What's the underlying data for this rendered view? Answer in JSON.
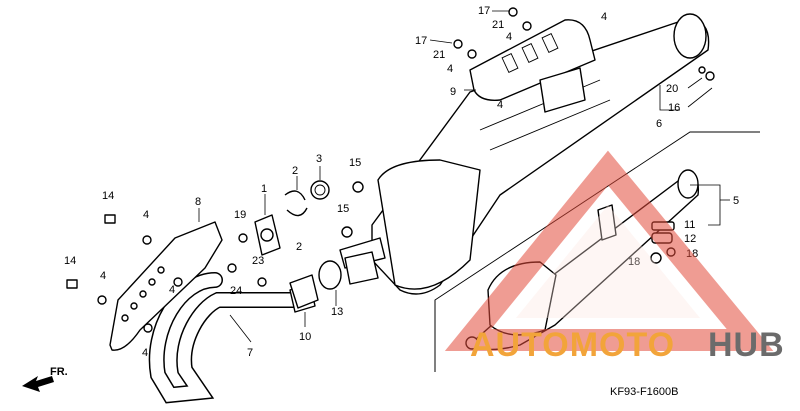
{
  "diagram": {
    "code": "KF93-F1600B",
    "front_label": "FR.",
    "callouts": [
      "1",
      "2",
      "2",
      "3",
      "4",
      "4",
      "4",
      "4",
      "4",
      "4",
      "4",
      "4",
      "5",
      "6",
      "7",
      "8",
      "9",
      "10",
      "11",
      "12",
      "13",
      "14",
      "14",
      "15",
      "15",
      "16",
      "17",
      "17",
      "18",
      "18",
      "19",
      "20",
      "21",
      "21",
      "23",
      "24"
    ]
  },
  "watermark": {
    "brand_orange": "AUTOMOTO",
    "brand_gray": "HUB",
    "colors": {
      "orange": "#f2a43a",
      "gray": "#6b6b6b",
      "triangle": "#e24a3b"
    }
  }
}
